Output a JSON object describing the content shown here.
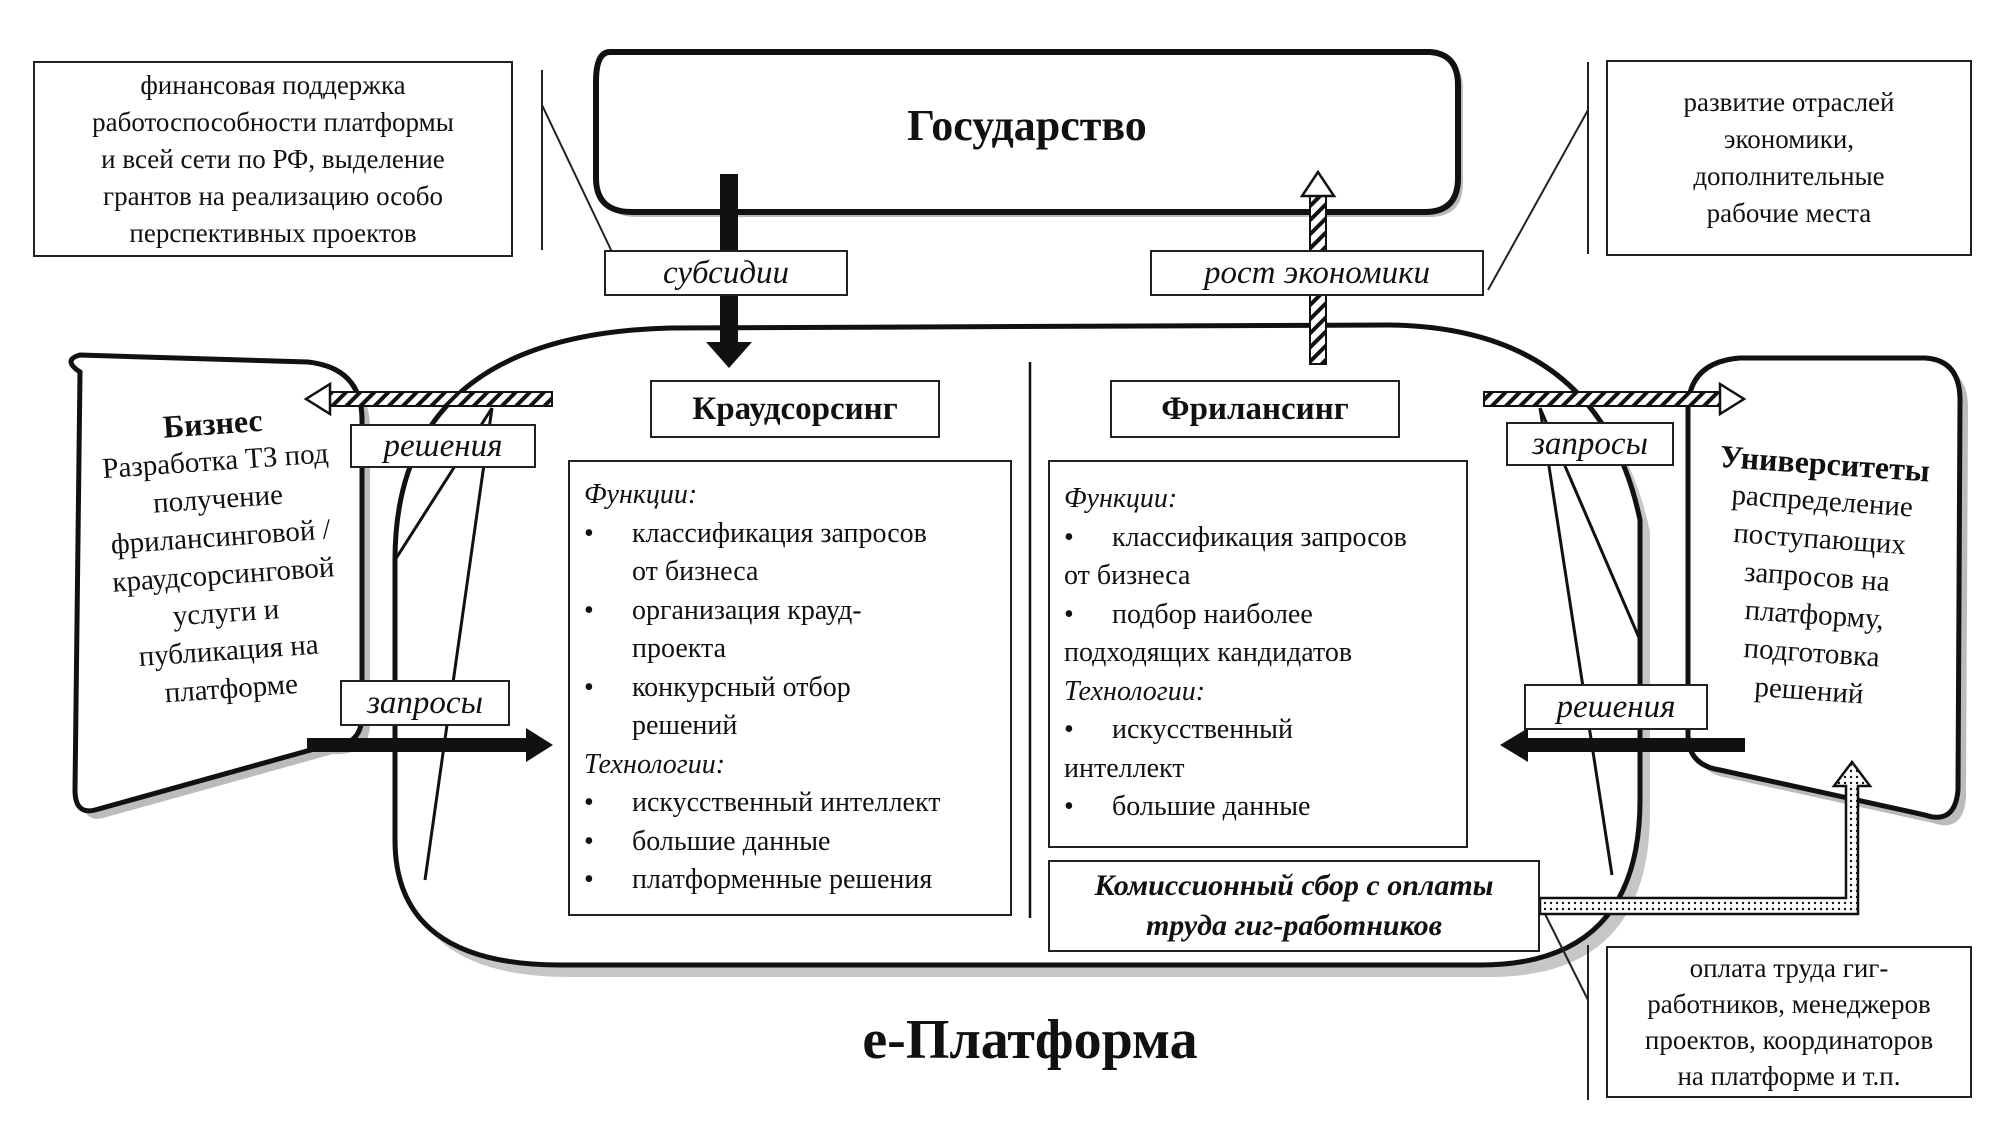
{
  "state": {
    "title": "Государство"
  },
  "platform": {
    "title": "е-Платформа"
  },
  "notes": {
    "top_left": [
      "финансовая поддержка",
      "работоспособности платформы",
      "и всей сети по РФ, выделение",
      "грантов на реализацию особо",
      "перспективных проектов"
    ],
    "top_right": [
      "развитие отраслей",
      "экономики,",
      "дополнительные",
      "рабочие места"
    ],
    "bottom_right": [
      "оплата труда гиг-",
      "работников, менеджеров",
      "проектов, координаторов",
      "на платформе и т.п."
    ]
  },
  "labels": {
    "subsidies": "субсидии",
    "growth": "рост экономики",
    "left_solutions": "решения",
    "left_requests": "запросы",
    "right_requests": "запросы",
    "right_solutions": "решения"
  },
  "business": {
    "title": "Бизнес",
    "lines": [
      "Разработка ТЗ под",
      "получение",
      "фрилансинговой /",
      "краудсорсинговой",
      "услуги и",
      "публикация на",
      "платформе"
    ]
  },
  "universities": {
    "title": "Университеты",
    "lines": [
      "распределение",
      "поступающих",
      "запросов на",
      "платформу,",
      "подготовка",
      "решений"
    ]
  },
  "crowdsourcing": {
    "title": "Краудсорсинг",
    "functions_label": "Функции:",
    "functions": [
      [
        "классификация запросов",
        "от бизнеса"
      ],
      [
        "организация крауд-",
        "проекта"
      ],
      [
        "конкурсный отбор",
        "решений"
      ]
    ],
    "tech_label": "Технологии:",
    "technologies": [
      "искусственный интеллект",
      "большие данные",
      "платформенные решения"
    ]
  },
  "freelancing": {
    "title": "Фрилансинг",
    "functions_label": "Функции:",
    "functions": [
      [
        "классификация запросов",
        "от бизнеса"
      ],
      [
        "подбор наиболее",
        "подходящих кандидатов"
      ]
    ],
    "tech_label": "Технологии:",
    "technologies": [
      [
        "искусственный",
        "интеллект"
      ],
      [
        "большие данные"
      ]
    ]
  },
  "commission": {
    "lines": [
      "Комиссионный сбор с оплаты",
      "труда гиг-работников"
    ]
  }
}
